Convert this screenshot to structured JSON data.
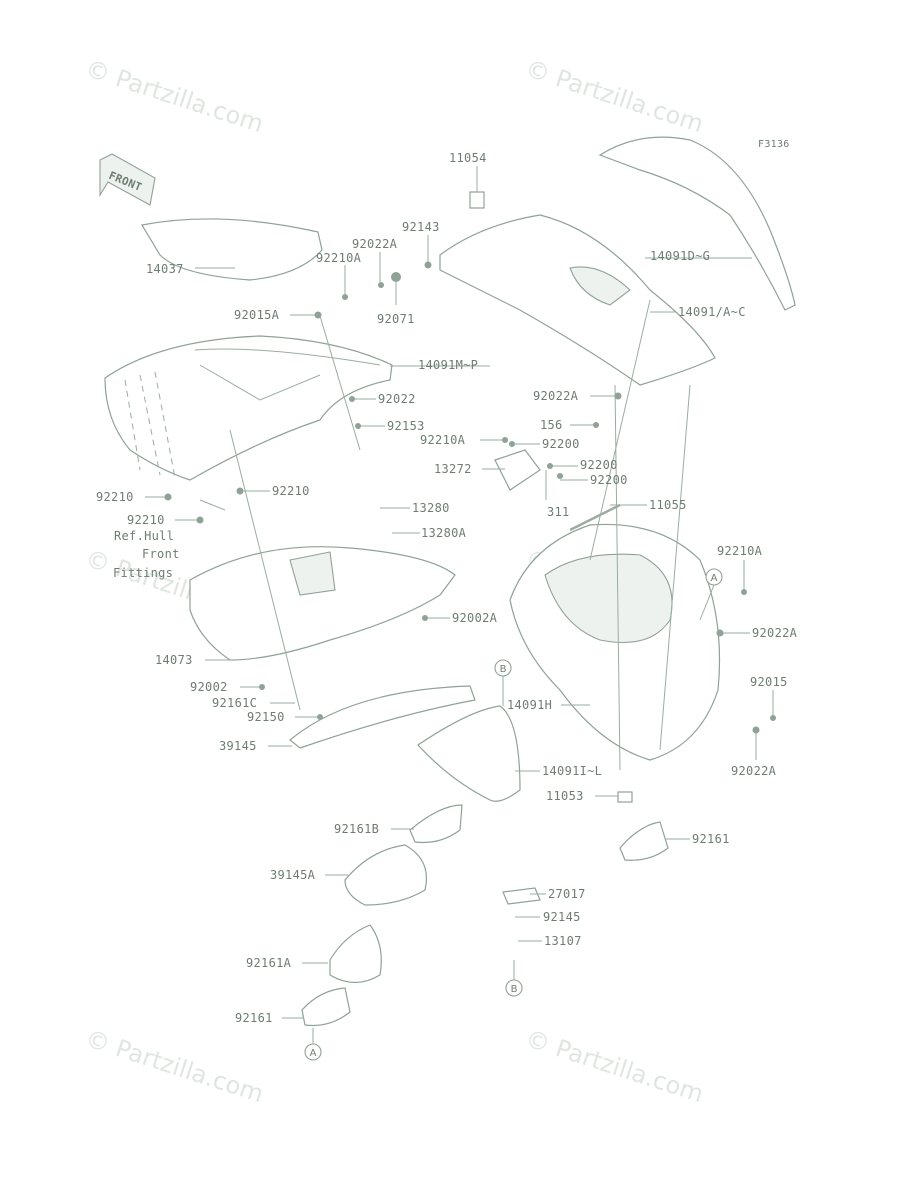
{
  "figure_code": "F3136",
  "watermark": "© Partzilla.com",
  "front_arrow": "FRONT",
  "ref_note": [
    "Ref.Hull",
    "Front",
    "Fittings"
  ],
  "ref_letters": {
    "a": "A",
    "b": "B"
  },
  "labels": {
    "l11054": "11054",
    "l92143": "92143",
    "l92022A_top": "92022A",
    "l92210A_top": "92210A",
    "l92071": "92071",
    "l14037": "14037",
    "l92015A": "92015A",
    "l14091MP": "14091M~P",
    "l92022": "92022",
    "l92153": "92153",
    "l14091DG": "14091D~G",
    "l14091AC": "14091/A~C",
    "l92022A_mid": "92022A",
    "l156": "156",
    "l92210A_mid": "92210A",
    "l92200_1": "92200",
    "l13272": "13272",
    "l92200_2": "92200",
    "l92200_3": "92200",
    "l311": "311",
    "l11055": "11055",
    "l92210_1": "92210",
    "l92210_2": "92210",
    "l92210_3": "92210",
    "l13280": "13280",
    "l13280A": "13280A",
    "l92002A": "92002A",
    "l14073": "14073",
    "l92002": "92002",
    "l92161C": "92161C",
    "l92150": "92150",
    "l39145": "39145",
    "l92210A_right": "92210A",
    "l92022A_right": "92022A",
    "l14091H": "14091H",
    "l92015": "92015",
    "l92022A_low": "92022A",
    "l14091IL": "14091I~L",
    "l11053": "11053",
    "l92161_right": "92161",
    "l92161B": "92161B",
    "l39145A": "39145A",
    "l27017": "27017",
    "l92145": "92145",
    "l13107": "13107",
    "l92161A": "92161A",
    "l92161_left": "92161"
  }
}
